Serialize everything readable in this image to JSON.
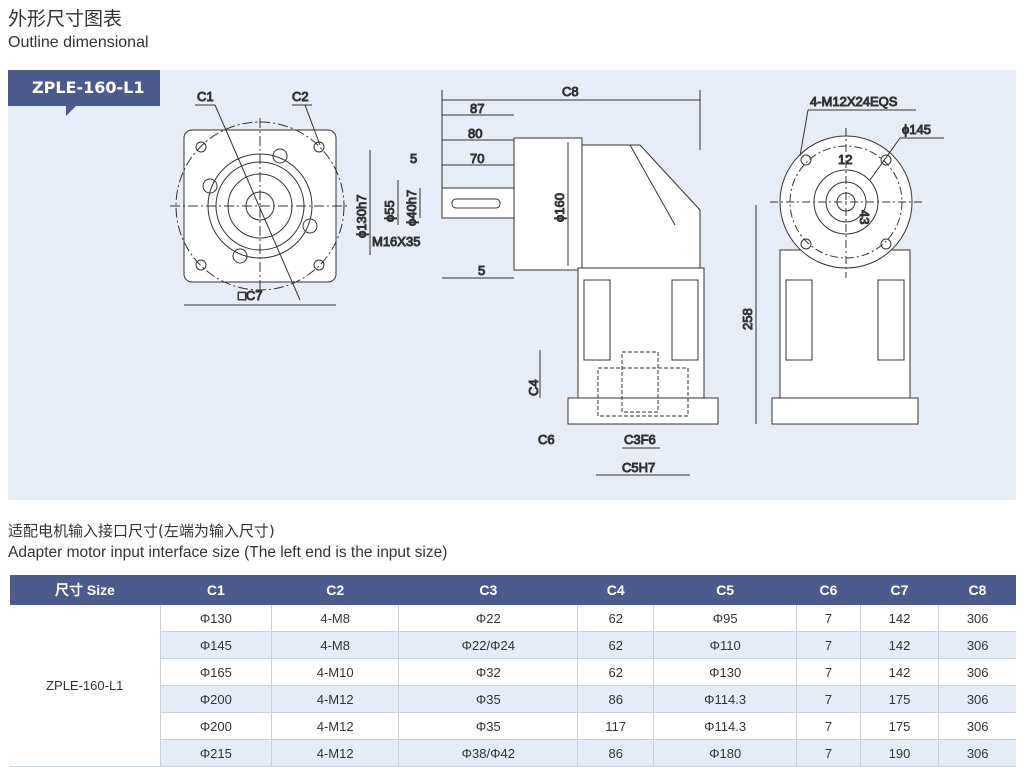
{
  "title_cn": "外形尺寸图表",
  "title_en": "Outline dimensional",
  "model": "ZPLE-160-L1",
  "drawing": {
    "c1": "C1",
    "c2": "C2",
    "c7": "□C7",
    "c8": "C8",
    "d87": "87",
    "d80": "80",
    "d70": "70",
    "d5a": "5",
    "d5b": "5",
    "d130": "ϕ130h7",
    "d55": "ϕ55",
    "d40": "ϕ40h7",
    "m16": "M16X35",
    "d160": "ϕ160",
    "d258": "258",
    "c4": "C4",
    "c6": "C6",
    "c3": "C3F6",
    "c5": "C5H7",
    "bolts": "4-M12X24EQS",
    "d145": "ϕ145",
    "d12": "12",
    "d43": "43"
  },
  "subtitle_cn": "适配电机输入接口尺寸(左端为输入尺寸)",
  "subtitle_en": "Adapter motor input interface size (The left end is the input size)",
  "table": {
    "headers": [
      "尺寸 Size",
      "C1",
      "C2",
      "C3",
      "C4",
      "C5",
      "C6",
      "C7",
      "C8"
    ],
    "size": "ZPLE-160-L1",
    "rows": [
      [
        "Φ130",
        "4-M8",
        "Φ22",
        "62",
        "Φ95",
        "7",
        "142",
        "306"
      ],
      [
        "Φ145",
        "4-M8",
        "Φ22/Φ24",
        "62",
        "Φ110",
        "7",
        "142",
        "306"
      ],
      [
        "Φ165",
        "4-M10",
        "Φ32",
        "62",
        "Φ130",
        "7",
        "142",
        "306"
      ],
      [
        "Φ200",
        "4-M12",
        "Φ35",
        "86",
        "Φ114.3",
        "7",
        "175",
        "306"
      ],
      [
        "Φ200",
        "4-M12",
        "Φ35",
        "117",
        "Φ114.3",
        "7",
        "175",
        "306"
      ],
      [
        "Φ215",
        "4-M12",
        "Φ38/Φ42",
        "86",
        "Φ180",
        "7",
        "190",
        "306"
      ]
    ]
  }
}
